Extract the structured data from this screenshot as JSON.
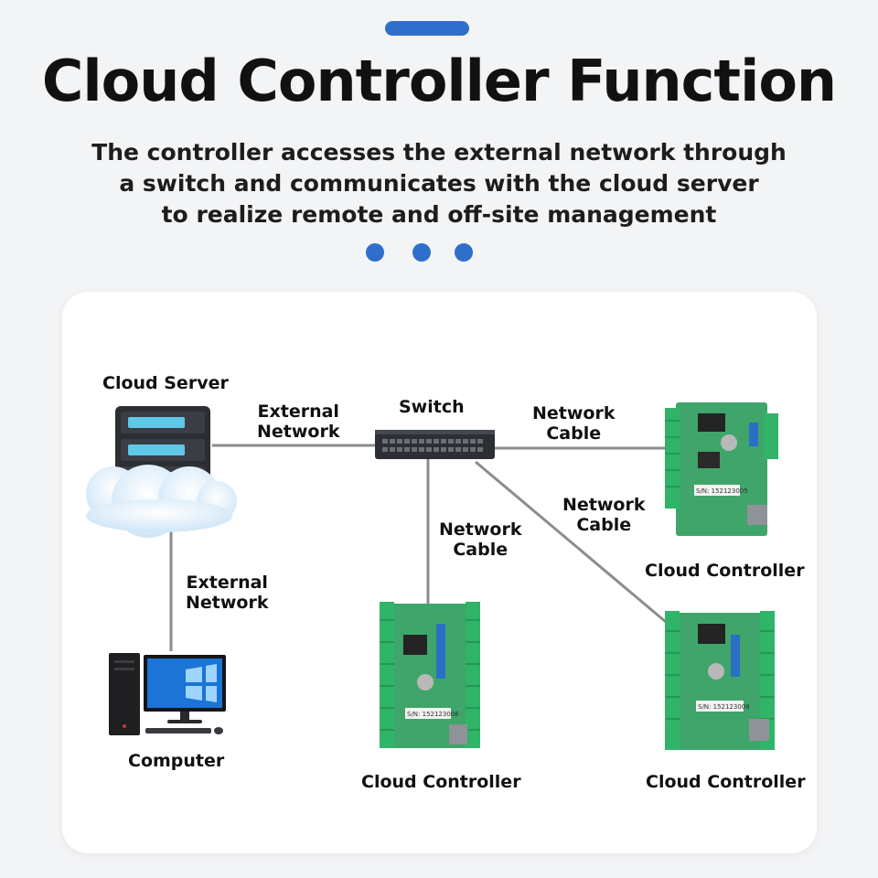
{
  "header": {
    "title": "Cloud Controller Function",
    "subtitle_lines": [
      "The controller accesses the external network through",
      "a switch and communicates with the cloud server",
      "to realize remote and off-site management"
    ]
  },
  "nodes": {
    "cloud_server": "Cloud Server",
    "switch": "Switch",
    "computer": "Computer",
    "controller_right": "Cloud Controller",
    "controller_bottom_center": "Cloud Controller",
    "controller_bottom_right": "Cloud Controller"
  },
  "connections": {
    "server_switch": [
      "External",
      "Network"
    ],
    "server_computer": [
      "External",
      "Network"
    ],
    "switch_controller_right": [
      "Network",
      "Cable"
    ],
    "switch_controller_center": [
      "Network",
      "Cable"
    ],
    "switch_controller_diagonal": [
      "Network",
      "Cable"
    ]
  },
  "controller_serials": {
    "controller_right": "S/N: 152123005",
    "controller_bottom_center": "S/N: 152123006",
    "controller_bottom_right": "S/N: 152123008"
  },
  "colors": {
    "accent": "#2f6fcb",
    "pcb_green": "#3fa56a",
    "terminal_green": "#2fb468",
    "line_gray": "#8c8c8c"
  }
}
